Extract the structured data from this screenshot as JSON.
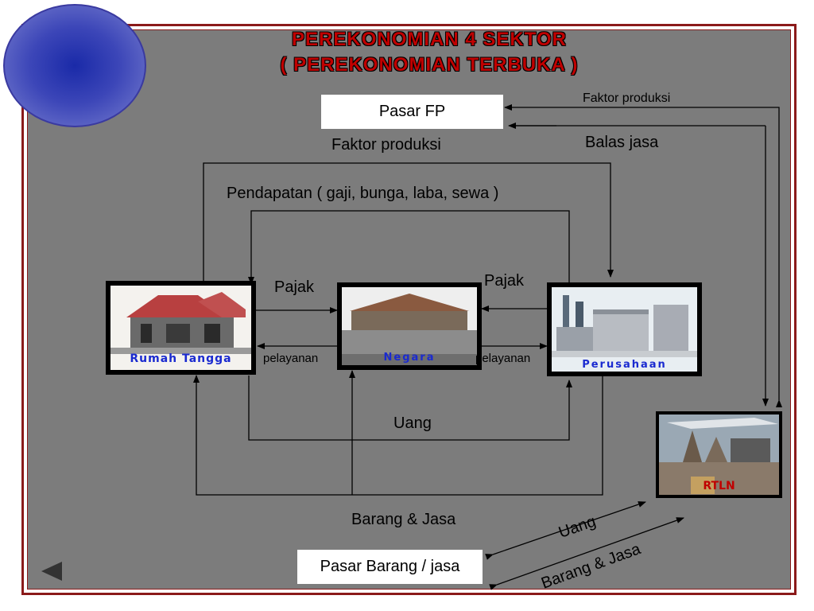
{
  "title_line1": "PEREKONOMIAN 4 SEKTOR",
  "title_line2": "( PEREKONOMIAN TERBUKA )",
  "boxes": {
    "pasar_fp": "Pasar FP",
    "pasar_barang": "Pasar Barang / jasa"
  },
  "entities": {
    "rumah_tangga": "Rumah Tangga",
    "negara": "Negara",
    "perusahaan": "Perusahaan",
    "rtln": "RTLN"
  },
  "flows": {
    "faktor_produksi_top": "Faktor produksi",
    "balas_jasa": "Balas jasa",
    "faktor_produksi": "Faktor produksi",
    "pendapatan": "Pendapatan ( gaji, bunga, laba, sewa )",
    "pajak_left": "Pajak",
    "pajak_right": "Pajak",
    "pelayanan_left": "pelayanan",
    "pelayanan_right": "pelayanan",
    "uang": "Uang",
    "barang_jasa": "Barang & Jasa",
    "uang_diag": "Uang",
    "barang_jasa_diag": "Barang & Jasa"
  },
  "colors": {
    "background": "#7c7c7c",
    "frame": "#8b1a1a",
    "title": "#c00000",
    "entity_label": "#1a2ad0"
  }
}
